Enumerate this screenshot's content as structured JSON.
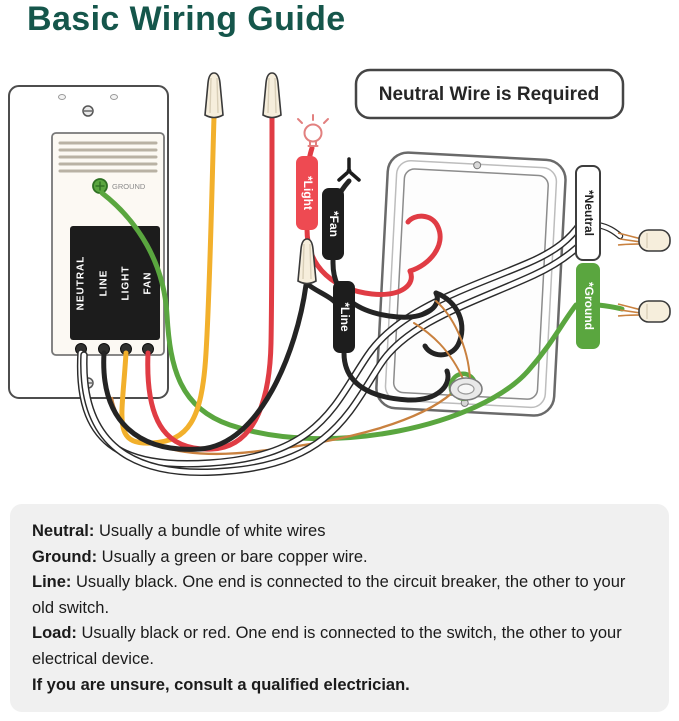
{
  "title": "Basic Wiring Guide",
  "callout": {
    "text": "Neutral Wire is Required"
  },
  "diagram": {
    "switch": {
      "ground_label": "GROUND",
      "terminals": [
        "NEUTRAL",
        "LINE",
        "LIGHT",
        "FAN"
      ]
    },
    "wire_tags": {
      "light": "*Light",
      "fan": "*Fan",
      "line": "*Line",
      "neutral": "*Neutral",
      "ground": "*Ground"
    }
  },
  "colors": {
    "title_green": "#15564b",
    "tag_red": "#ee4a52",
    "tag_black": "#1d1d1d",
    "tag_green": "#5aa63f",
    "wire_yellow": "#f2b02c",
    "wire_red": "#e03c44",
    "wire_black": "#242424",
    "wire_green": "#5aa63f",
    "wire_white": "#ffffff",
    "wire_copper": "#c9813f",
    "notes_bg": "#f0f0f0"
  },
  "notes": {
    "items": [
      {
        "term": "Neutral:",
        "desc": "Usually a bundle of white wires"
      },
      {
        "term": "Ground:",
        "desc": "Usually a green or bare copper wire."
      },
      {
        "term": "Line:",
        "desc": "Usually black. One end is connected to the circuit breaker, the other to your old switch."
      },
      {
        "term": "Load:",
        "desc": "Usually black or red. One end is connected to the switch, the other to your electrical device."
      }
    ],
    "footer": "If you are unsure, consult a qualified electrician."
  }
}
